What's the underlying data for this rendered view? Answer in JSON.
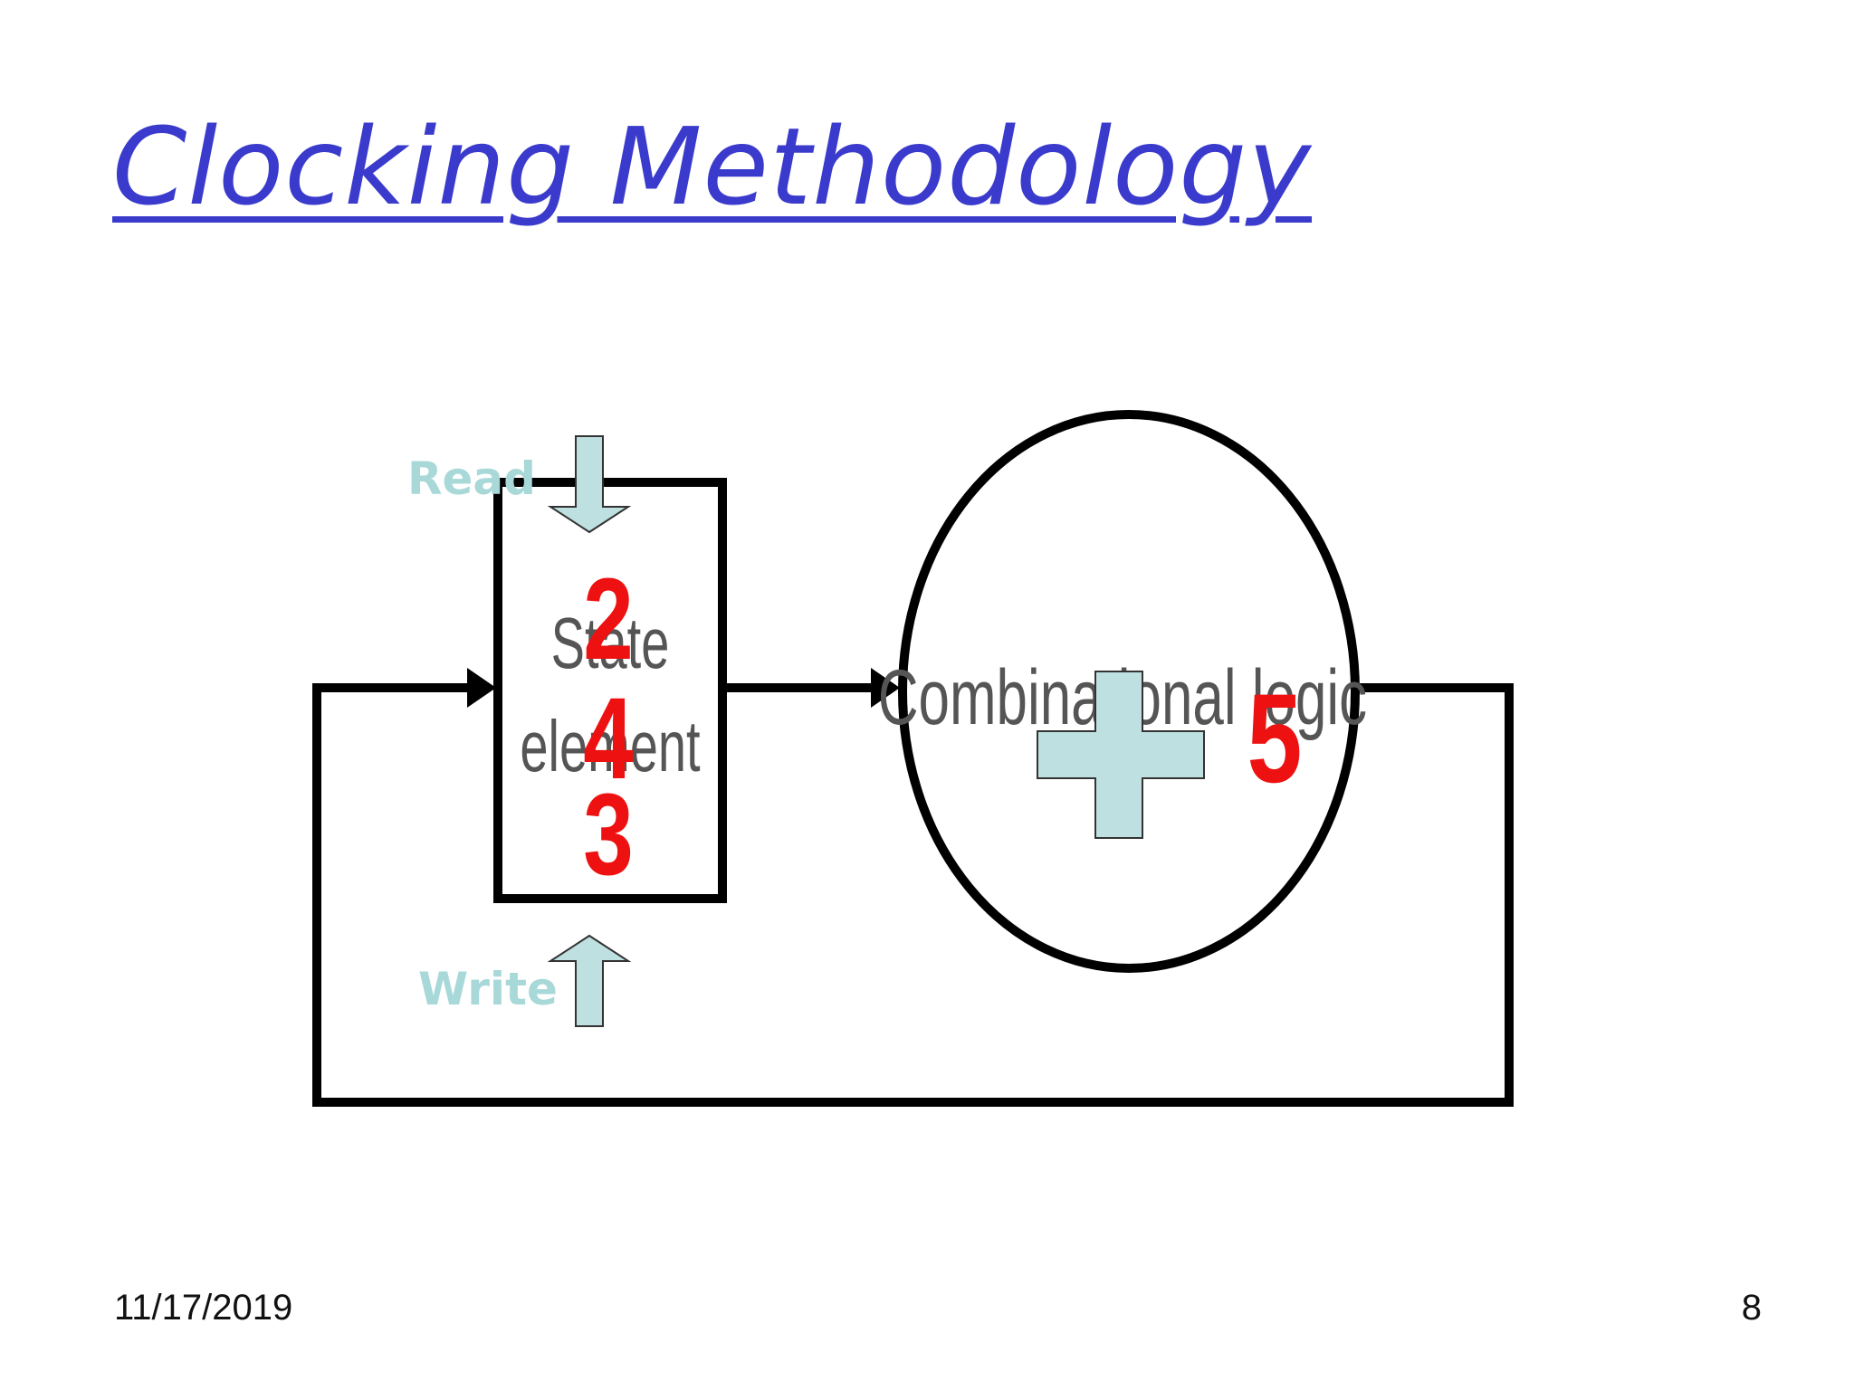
{
  "slide": {
    "title": "Clocking Methodology",
    "date": "11/17/2019",
    "page_number": "8"
  },
  "diagram": {
    "state_element_label_line1": "State",
    "state_element_label_line2": "element",
    "combinational_logic_label": "Combinational logic",
    "read_label": "Read",
    "write_label": "Write",
    "step_markers": [
      "2",
      "4",
      "3",
      "5"
    ],
    "colors": {
      "title": "#3a3acc",
      "marker": "#ee1111",
      "arrow_fill": "#bfe0e0",
      "read_write_text": "#a8d8d8",
      "lines": "#000000",
      "faded_label": "#555555"
    }
  }
}
